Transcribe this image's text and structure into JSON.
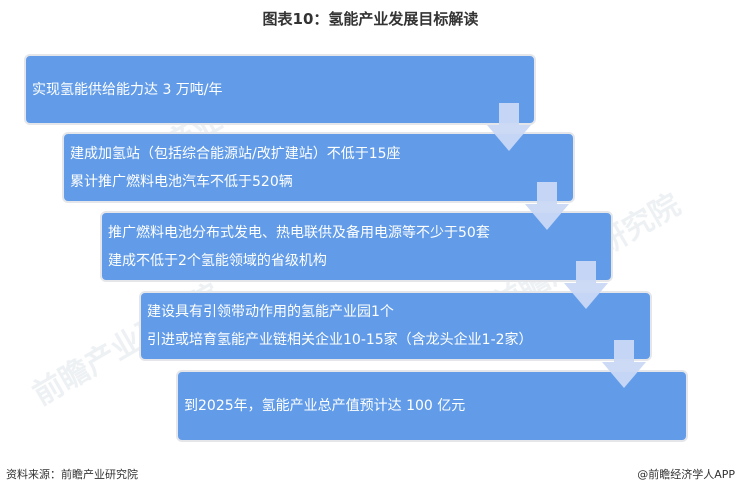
{
  "title": "图表10：氢能产业发展目标解读",
  "steps": [
    {
      "lines": [
        "实现氢能供给能力达 3 万吨/年"
      ]
    },
    {
      "lines": [
        "建成加氢站（包括综合能源站/改扩建站）不低于15座",
        "累计推广燃料电池汽车不低于520辆"
      ]
    },
    {
      "lines": [
        "推广燃料电池分布式发电、热电联供及备用电源等不少于50套",
        "建成不低于2个氢能领域的省级机构"
      ]
    },
    {
      "lines": [
        "建设具有引领带动作用的氢能产业园1个",
        "引进或培育氢能产业链相关企业10-15家（含龙头企业1-2家）"
      ]
    },
    {
      "lines": [
        "到2025年，氢能产业总产值预计达 100 亿元"
      ]
    }
  ],
  "footer": {
    "source": "资料来源：前瞻产业研究院",
    "credit": "@前瞻经济学人APP"
  },
  "watermark": {
    "text": "前瞻产业研究院"
  },
  "colors": {
    "box": "#629ce8",
    "arrow": "#c9d8f5",
    "text": "#ffffff"
  }
}
